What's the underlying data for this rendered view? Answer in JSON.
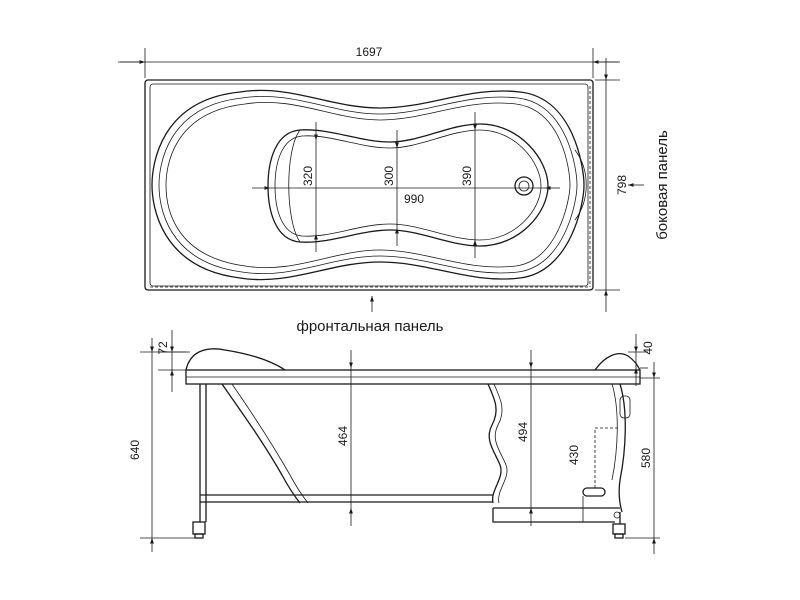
{
  "top_view": {
    "length": "1697",
    "width": "798",
    "dim_320": "320",
    "dim_300": "300",
    "dim_390": "390",
    "dim_990": "990",
    "side_panel_label": "боковая панель",
    "front_panel_label": "фронтальная панель"
  },
  "side_view": {
    "total_height": "640",
    "headrest_height": "72",
    "depth_464": "464",
    "depth_494": "494",
    "drain_height": "430",
    "rim_height": "40",
    "body_height": "580"
  },
  "colors": {
    "line": "#1a1a1a",
    "background": "#ffffff"
  }
}
